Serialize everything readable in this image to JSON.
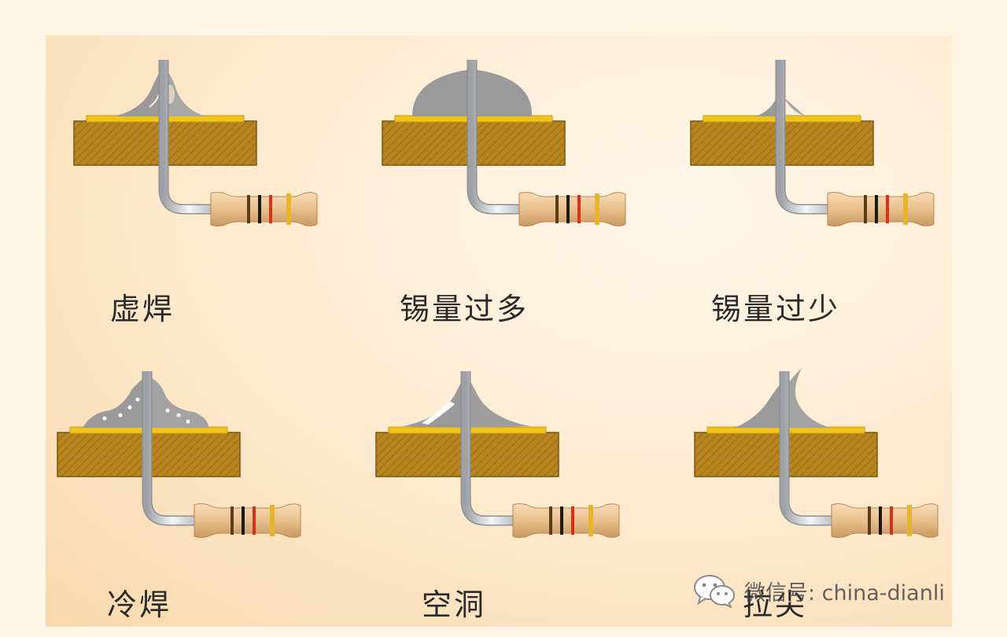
{
  "labels": {
    "cold_joint_virtual": "虚焊",
    "excess_solder": "锡量过多",
    "insufficient_solder": "锡量过少",
    "cold_solder": "冷焊",
    "void": "空洞",
    "pulled_tip": "拉尖"
  },
  "watermark": {
    "text": "微信号: china-dianli",
    "icon": "wechat-icon"
  },
  "colors": {
    "background": "#fdf6e4",
    "board": "#b8841e",
    "pad": "#f0c419",
    "solder": "#9a9a9a",
    "lead": "#d2d4d6",
    "resistor_body": "#ecc79a"
  }
}
